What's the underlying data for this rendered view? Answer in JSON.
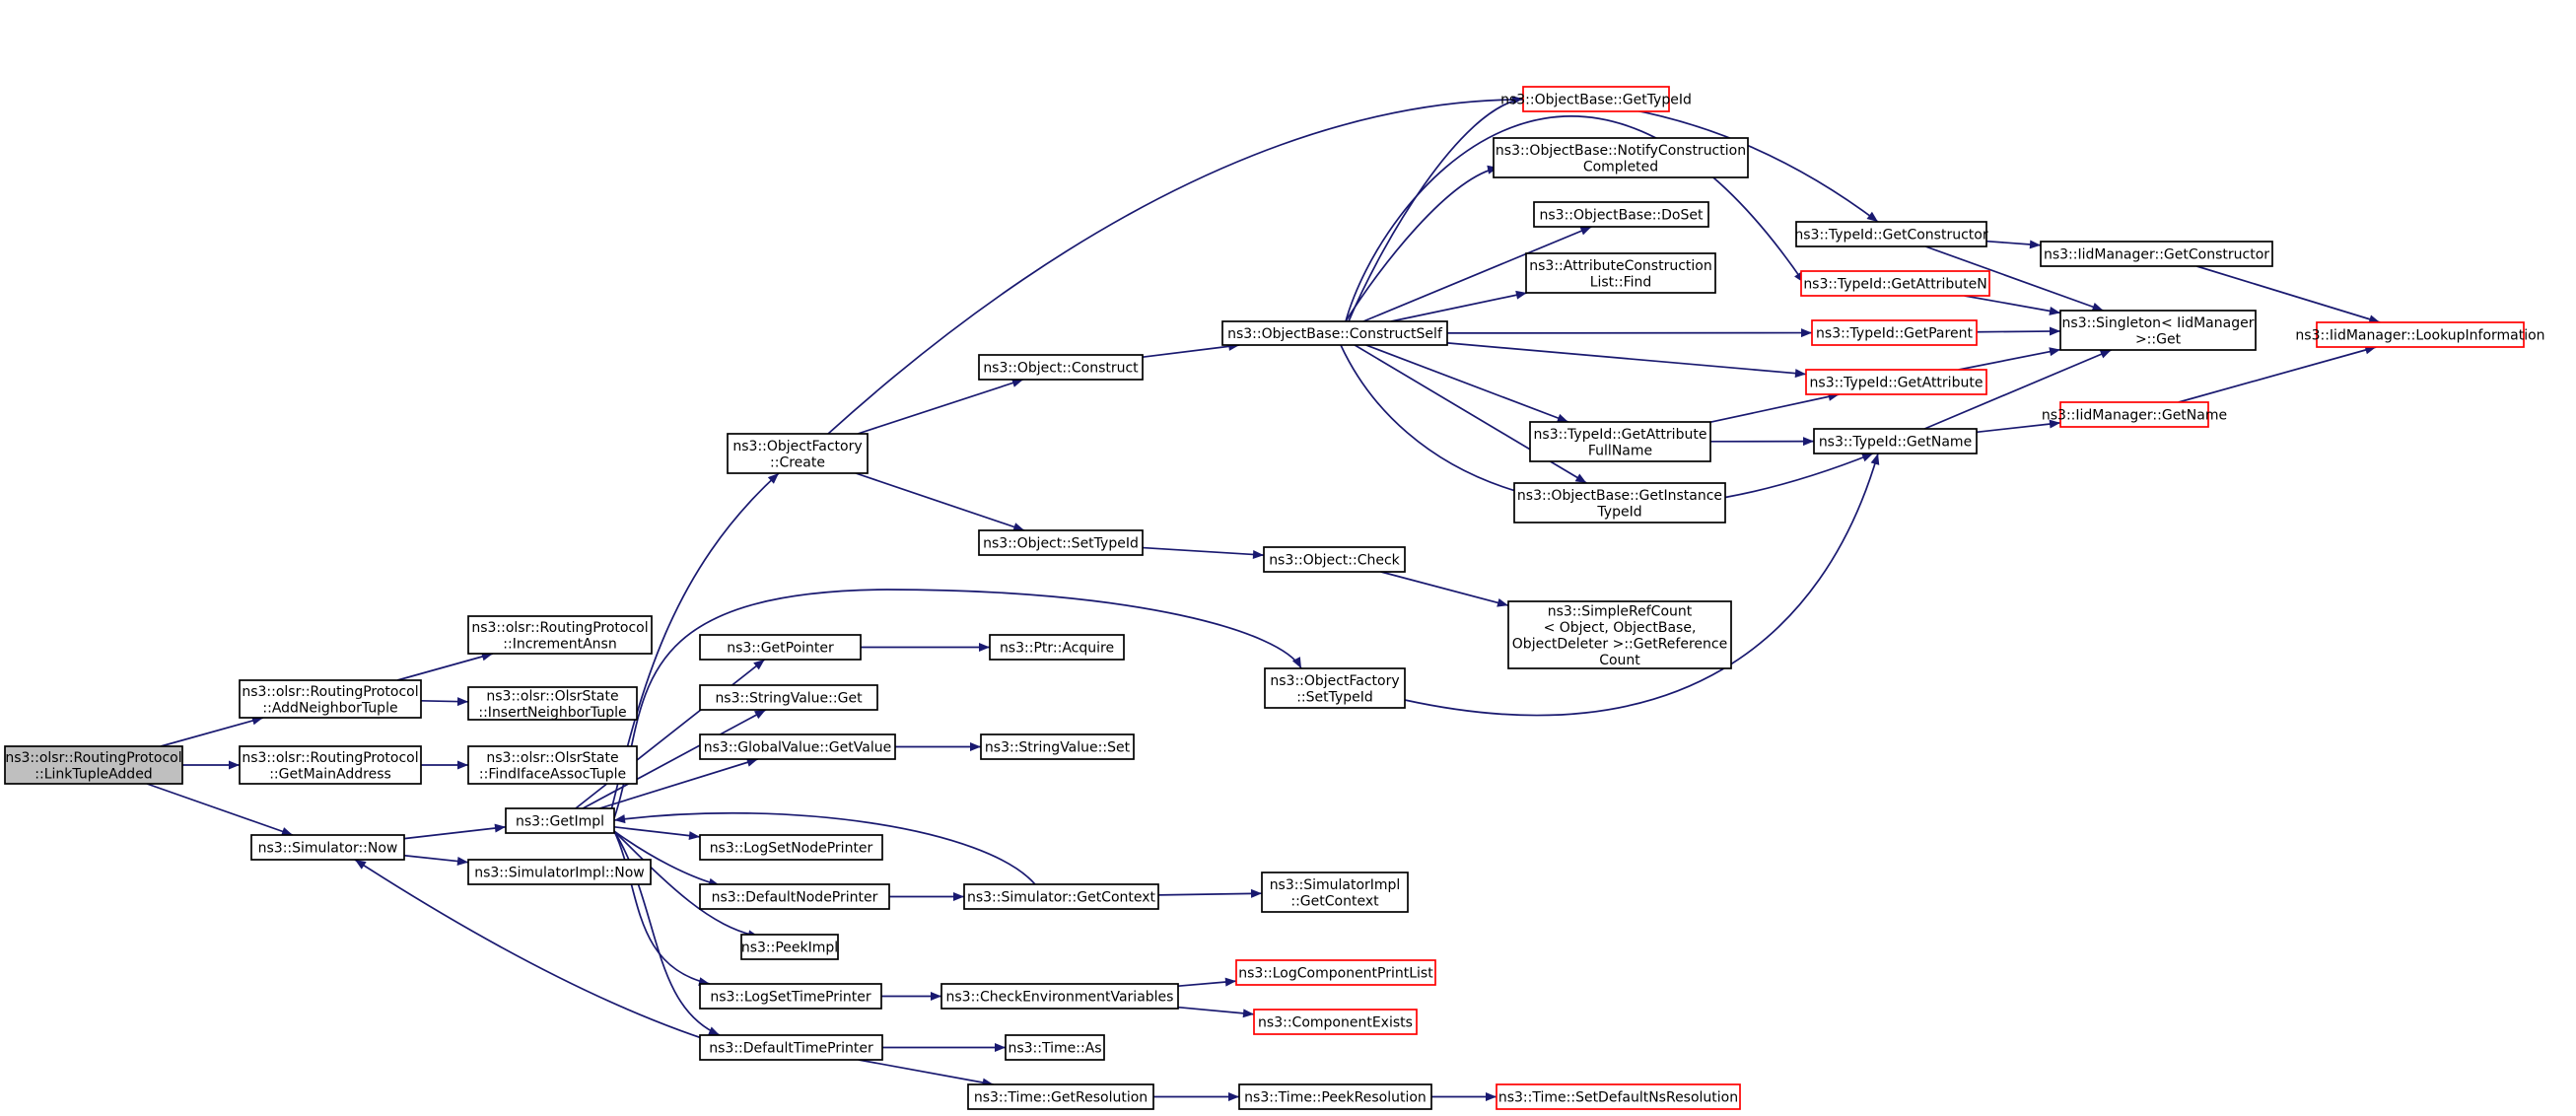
{
  "graph": {
    "nodes": [
      {
        "id": "n0",
        "lines": [
          "ns3::olsr::RoutingProtocol",
          "::LinkTupleAdded"
        ],
        "style": "current"
      },
      {
        "id": "n1",
        "lines": [
          "ns3::olsr::RoutingProtocol",
          "::AddNeighborTuple"
        ],
        "style": "normal"
      },
      {
        "id": "n2",
        "lines": [
          "ns3::olsr::RoutingProtocol",
          "::GetMainAddress"
        ],
        "style": "normal"
      },
      {
        "id": "n3",
        "lines": [
          "ns3::Simulator::Now"
        ],
        "style": "normal"
      },
      {
        "id": "n4",
        "lines": [
          "ns3::olsr::RoutingProtocol",
          "::IncrementAnsn"
        ],
        "style": "normal"
      },
      {
        "id": "n5",
        "lines": [
          "ns3::olsr::OlsrState",
          "::InsertNeighborTuple"
        ],
        "style": "normal"
      },
      {
        "id": "n6",
        "lines": [
          "ns3::olsr::OlsrState",
          "::FindIfaceAssocTuple"
        ],
        "style": "normal"
      },
      {
        "id": "n7",
        "lines": [
          "ns3::GetImpl"
        ],
        "style": "normal"
      },
      {
        "id": "n8",
        "lines": [
          "ns3::SimulatorImpl::Now"
        ],
        "style": "normal"
      },
      {
        "id": "n9",
        "lines": [
          "ns3::ObjectFactory",
          "::Create"
        ],
        "style": "normal"
      },
      {
        "id": "n10",
        "lines": [
          "ns3::GetPointer"
        ],
        "style": "normal"
      },
      {
        "id": "n11",
        "lines": [
          "ns3::StringValue::Get"
        ],
        "style": "normal"
      },
      {
        "id": "n12",
        "lines": [
          "ns3::GlobalValue::GetValue"
        ],
        "style": "normal"
      },
      {
        "id": "n13",
        "lines": [
          "ns3::LogSetNodePrinter"
        ],
        "style": "normal"
      },
      {
        "id": "n14",
        "lines": [
          "ns3::DefaultNodePrinter"
        ],
        "style": "normal"
      },
      {
        "id": "n15",
        "lines": [
          "ns3::PeekImpl"
        ],
        "style": "normal"
      },
      {
        "id": "n16",
        "lines": [
          "ns3::LogSetTimePrinter"
        ],
        "style": "normal"
      },
      {
        "id": "n17",
        "lines": [
          "ns3::DefaultTimePrinter"
        ],
        "style": "normal"
      },
      {
        "id": "n18",
        "lines": [
          "ns3::Object::Construct"
        ],
        "style": "normal"
      },
      {
        "id": "n19",
        "lines": [
          "ns3::Object::SetTypeId"
        ],
        "style": "normal"
      },
      {
        "id": "n20",
        "lines": [
          "ns3::Ptr::Acquire"
        ],
        "style": "normal"
      },
      {
        "id": "n21",
        "lines": [
          "ns3::StringValue::Set"
        ],
        "style": "normal"
      },
      {
        "id": "n22",
        "lines": [
          "ns3::Simulator::GetContext"
        ],
        "style": "normal"
      },
      {
        "id": "n23",
        "lines": [
          "ns3::CheckEnvironmentVariables"
        ],
        "style": "normal"
      },
      {
        "id": "n24",
        "lines": [
          "ns3::Time::As"
        ],
        "style": "normal"
      },
      {
        "id": "n25",
        "lines": [
          "ns3::Time::GetResolution"
        ],
        "style": "normal"
      },
      {
        "id": "n26",
        "lines": [
          "ns3::ObjectBase::ConstructSelf"
        ],
        "style": "normal"
      },
      {
        "id": "n27",
        "lines": [
          "ns3::Object::Check"
        ],
        "style": "normal"
      },
      {
        "id": "n28",
        "lines": [
          "ns3::ObjectFactory",
          "::SetTypeId"
        ],
        "style": "normal"
      },
      {
        "id": "n29",
        "lines": [
          "ns3::SimulatorImpl",
          "::GetContext"
        ],
        "style": "normal"
      },
      {
        "id": "n30",
        "lines": [
          "ns3::LogComponentPrintList"
        ],
        "style": "red"
      },
      {
        "id": "n31",
        "lines": [
          "ns3::ComponentExists"
        ],
        "style": "red"
      },
      {
        "id": "n32",
        "lines": [
          "ns3::Time::PeekResolution"
        ],
        "style": "normal"
      },
      {
        "id": "n33",
        "lines": [
          "ns3::ObjectBase::GetTypeId"
        ],
        "style": "red"
      },
      {
        "id": "n34",
        "lines": [
          "ns3::ObjectBase::NotifyConstruction",
          "Completed"
        ],
        "style": "normal"
      },
      {
        "id": "n35",
        "lines": [
          "ns3::ObjectBase::DoSet"
        ],
        "style": "normal"
      },
      {
        "id": "n36",
        "lines": [
          "ns3::AttributeConstruction",
          "List::Find"
        ],
        "style": "normal"
      },
      {
        "id": "n37",
        "lines": [
          "ns3::TypeId::GetAttribute",
          "FullName"
        ],
        "style": "normal"
      },
      {
        "id": "n38",
        "lines": [
          "ns3::ObjectBase::GetInstance",
          "TypeId"
        ],
        "style": "normal"
      },
      {
        "id": "n39",
        "lines": [
          "ns3::SimpleRefCount",
          "< Object, ObjectBase,",
          "ObjectDeleter >::GetReference",
          "Count"
        ],
        "style": "normal"
      },
      {
        "id": "n40",
        "lines": [
          "ns3::Time::SetDefaultNsResolution"
        ],
        "style": "red"
      },
      {
        "id": "n41",
        "lines": [
          "ns3::TypeId::GetConstructor"
        ],
        "style": "normal"
      },
      {
        "id": "n42",
        "lines": [
          "ns3::TypeId::GetAttributeN"
        ],
        "style": "red"
      },
      {
        "id": "n43",
        "lines": [
          "ns3::TypeId::GetParent"
        ],
        "style": "red"
      },
      {
        "id": "n44",
        "lines": [
          "ns3::TypeId::GetAttribute"
        ],
        "style": "red"
      },
      {
        "id": "n45",
        "lines": [
          "ns3::TypeId::GetName"
        ],
        "style": "normal"
      },
      {
        "id": "n46",
        "lines": [
          "ns3::IidManager::GetConstructor"
        ],
        "style": "normal"
      },
      {
        "id": "n47",
        "lines": [
          "ns3::Singleton< IidManager",
          ">::Get"
        ],
        "style": "normal"
      },
      {
        "id": "n48",
        "lines": [
          "ns3::IidManager::GetName"
        ],
        "style": "red"
      },
      {
        "id": "n49",
        "lines": [
          "ns3::IidManager::LookupInformation"
        ],
        "style": "red"
      }
    ],
    "edges": [
      [
        "n0",
        "n1"
      ],
      [
        "n0",
        "n2"
      ],
      [
        "n0",
        "n3"
      ],
      [
        "n1",
        "n4"
      ],
      [
        "n1",
        "n5"
      ],
      [
        "n2",
        "n6"
      ],
      [
        "n3",
        "n7"
      ],
      [
        "n3",
        "n8"
      ],
      [
        "n7",
        "n9"
      ],
      [
        "n7",
        "n10"
      ],
      [
        "n7",
        "n11"
      ],
      [
        "n7",
        "n12"
      ],
      [
        "n7",
        "n13"
      ],
      [
        "n7",
        "n14"
      ],
      [
        "n7",
        "n15"
      ],
      [
        "n7",
        "n16"
      ],
      [
        "n7",
        "n17"
      ],
      [
        "n7",
        "n28"
      ],
      [
        "n9",
        "n18"
      ],
      [
        "n9",
        "n19"
      ],
      [
        "n9",
        "n41"
      ],
      [
        "n10",
        "n20"
      ],
      [
        "n12",
        "n21"
      ],
      [
        "n14",
        "n22"
      ],
      [
        "n22",
        "n7"
      ],
      [
        "n22",
        "n29"
      ],
      [
        "n16",
        "n23"
      ],
      [
        "n23",
        "n30"
      ],
      [
        "n23",
        "n31"
      ],
      [
        "n17",
        "n3"
      ],
      [
        "n17",
        "n24"
      ],
      [
        "n17",
        "n25"
      ],
      [
        "n25",
        "n32"
      ],
      [
        "n32",
        "n40"
      ],
      [
        "n18",
        "n26"
      ],
      [
        "n19",
        "n27"
      ],
      [
        "n27",
        "n39"
      ],
      [
        "n28",
        "n45"
      ],
      [
        "n26",
        "n33"
      ],
      [
        "n26",
        "n34"
      ],
      [
        "n26",
        "n35"
      ],
      [
        "n26",
        "n36"
      ],
      [
        "n26",
        "n37"
      ],
      [
        "n26",
        "n38"
      ],
      [
        "n26",
        "n42"
      ],
      [
        "n26",
        "n43"
      ],
      [
        "n26",
        "n44"
      ],
      [
        "n26",
        "n45"
      ],
      [
        "n37",
        "n44"
      ],
      [
        "n37",
        "n45"
      ],
      [
        "n41",
        "n46"
      ],
      [
        "n41",
        "n47"
      ],
      [
        "n42",
        "n47"
      ],
      [
        "n43",
        "n47"
      ],
      [
        "n44",
        "n47"
      ],
      [
        "n45",
        "n47"
      ],
      [
        "n45",
        "n48"
      ],
      [
        "n46",
        "n49"
      ],
      [
        "n48",
        "n49"
      ]
    ]
  }
}
